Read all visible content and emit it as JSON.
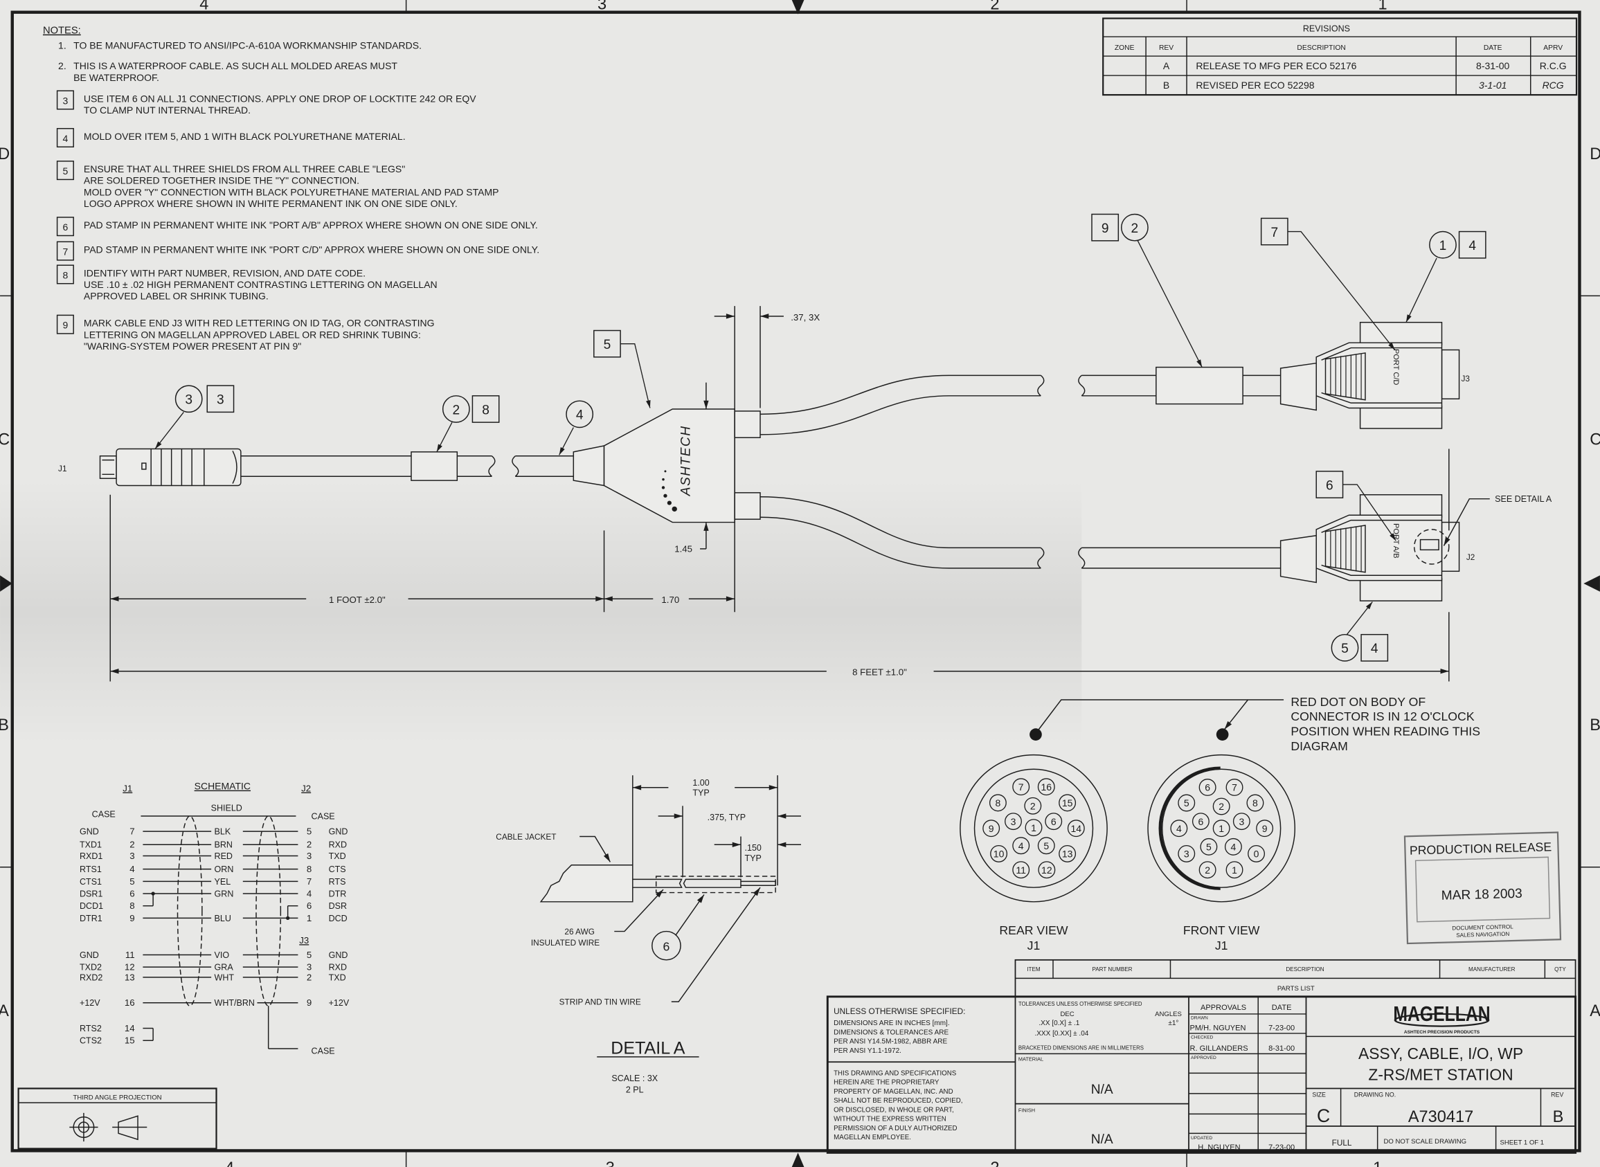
{
  "sheet": {
    "zones_top": [
      "4",
      "3",
      "2",
      "1"
    ],
    "zones_bottom": [
      "4",
      "3",
      "2",
      "1"
    ],
    "zones_side": [
      "D",
      "C",
      "B",
      "A"
    ]
  },
  "notes": {
    "title": "NOTES:",
    "items": [
      {
        "num": "1.",
        "boxed": false,
        "lines": [
          "TO BE MANUFACTURED TO ANSI/IPC-A-610A WORKMANSHIP STANDARDS."
        ]
      },
      {
        "num": "2.",
        "boxed": false,
        "lines": [
          "THIS IS A WATERPROOF CABLE. AS SUCH ALL MOLDED AREAS MUST",
          "BE WATERPROOF."
        ]
      },
      {
        "num": "3",
        "boxed": true,
        "lines": [
          "USE ITEM 6 ON ALL J1 CONNECTIONS. APPLY ONE DROP OF LOCKTITE 242 OR EQV",
          "TO CLAMP NUT INTERNAL THREAD."
        ]
      },
      {
        "num": "4",
        "boxed": true,
        "lines": [
          "MOLD OVER ITEM 5, AND 1 WITH BLACK POLYURETHANE MATERIAL."
        ]
      },
      {
        "num": "5",
        "boxed": true,
        "lines": [
          "ENSURE THAT ALL THREE SHIELDS FROM ALL THREE CABLE \"LEGS\"",
          "ARE SOLDERED TOGETHER INSIDE THE \"Y\" CONNECTION.",
          "MOLD OVER \"Y\" CONNECTION WITH BLACK POLYURETHANE MATERIAL AND PAD STAMP",
          "LOGO APPROX WHERE SHOWN IN WHITE PERMANENT INK ON ONE SIDE ONLY."
        ]
      },
      {
        "num": "6",
        "boxed": true,
        "lines": [
          "PAD STAMP IN PERMANENT WHITE INK \"PORT A/B\" APPROX WHERE SHOWN ON ONE SIDE ONLY."
        ]
      },
      {
        "num": "7",
        "boxed": true,
        "lines": [
          "PAD STAMP IN PERMANENT WHITE INK \"PORT C/D\" APPROX WHERE SHOWN ON ONE SIDE ONLY."
        ]
      },
      {
        "num": "8",
        "boxed": true,
        "lines": [
          "IDENTIFY WITH PART NUMBER, REVISION, AND DATE CODE.",
          "USE .10 ± .02 HIGH PERMANENT CONTRASTING LETTERING ON MAGELLAN",
          "APPROVED LABEL OR SHRINK TUBING."
        ]
      },
      {
        "num": "9",
        "boxed": true,
        "lines": [
          "MARK CABLE END J3 WITH RED LETTERING ON ID TAG, OR CONTRASTING",
          "LETTERING ON MAGELLAN APPROVED LABEL OR RED SHRINK TUBING:",
          "\"WARING-SYSTEM POWER PRESENT AT PIN 9\""
        ]
      }
    ]
  },
  "revisions": {
    "title": "REVISIONS",
    "headers": [
      "ZONE",
      "REV",
      "DESCRIPTION",
      "DATE",
      "APRV"
    ],
    "rows": [
      {
        "zone": "",
        "rev": "A",
        "description": "RELEASE TO MFG PER ECO 52176",
        "date": "8-31-00",
        "aprv": "R.C.G"
      },
      {
        "zone": "",
        "rev": "B",
        "description": "REVISED PER ECO 52298",
        "date": "3-1-01",
        "aprv": "RCG"
      }
    ]
  },
  "assembly": {
    "j1": "J1",
    "j2": "J2",
    "j3": "J3",
    "port_cd": "PORT C/D",
    "port_ab": "PORT A/B",
    "logo": "ASHTECH",
    "see_detail": "SEE DETAIL A",
    "dim_one_foot": "1 FOOT ±2.0\"",
    "dim_170": "1.70",
    "dim_eight_feet": "8 FEET ±1.0\"",
    "dim_037": ".37, 3X",
    "dim_145": "1.45",
    "callouts": [
      {
        "circle": "3",
        "box": "3"
      },
      {
        "circle": "2",
        "box": "8"
      },
      {
        "circle": "4",
        "box": ""
      },
      {
        "circle": "",
        "box": "5"
      },
      {
        "circle": "2",
        "box": "9"
      },
      {
        "circle": "",
        "box": "7"
      },
      {
        "circle": "1",
        "box": "4"
      },
      {
        "circle": "",
        "box": "6"
      },
      {
        "circle": "5",
        "box": "4"
      }
    ]
  },
  "schematic": {
    "title": "SCHEMATIC",
    "j1": "J1",
    "j2": "J2",
    "j3": "J3",
    "shield": "SHIELD",
    "case": "CASE",
    "groups": [
      [
        {
          "j1_signal": "GND",
          "j1_pin": "7",
          "color": "BLK",
          "j2_pin": "5",
          "j2_signal": "GND"
        },
        {
          "j1_signal": "TXD1",
          "j1_pin": "2",
          "color": "BRN",
          "j2_pin": "2",
          "j2_signal": "RXD"
        },
        {
          "j1_signal": "RXD1",
          "j1_pin": "3",
          "color": "RED",
          "j2_pin": "3",
          "j2_signal": "TXD"
        },
        {
          "j1_signal": "RTS1",
          "j1_pin": "4",
          "color": "ORN",
          "j2_pin": "8",
          "j2_signal": "CTS"
        },
        {
          "j1_signal": "CTS1",
          "j1_pin": "5",
          "color": "YEL",
          "j2_pin": "7",
          "j2_signal": "RTS"
        },
        {
          "j1_signal": "DSR1",
          "j1_pin": "6",
          "color": "GRN",
          "j2_pin": "4",
          "j2_signal": "DTR"
        },
        {
          "j1_signal": "DCD1",
          "j1_pin": "8",
          "color": "",
          "j2_pin": "6",
          "j2_signal": "DSR"
        },
        {
          "j1_signal": "DTR1",
          "j1_pin": "9",
          "color": "BLU",
          "j2_pin": "1",
          "j2_signal": "DCD"
        }
      ],
      [
        {
          "j1_signal": "GND",
          "j1_pin": "11",
          "color": "VIO",
          "j2_pin": "5",
          "j2_signal": "GND"
        },
        {
          "j1_signal": "TXD2",
          "j1_pin": "12",
          "color": "GRA",
          "j2_pin": "3",
          "j2_signal": "RXD"
        },
        {
          "j1_signal": "RXD2",
          "j1_pin": "13",
          "color": "WHT",
          "j2_pin": "2",
          "j2_signal": "TXD"
        },
        {
          "j1_signal": "+12V",
          "j1_pin": "16",
          "color": "WHT/BRN",
          "j2_pin": "9",
          "j2_signal": "+12V"
        }
      ],
      [
        {
          "j1_signal": "RTS2",
          "j1_pin": "14",
          "color": "",
          "j2_pin": "",
          "j2_signal": ""
        },
        {
          "j1_signal": "CTS2",
          "j1_pin": "15",
          "color": "",
          "j2_pin": "",
          "j2_signal": ""
        }
      ]
    ]
  },
  "detail_a": {
    "cable_jacket": "CABLE JACKET",
    "dim_100": "1.00",
    "typ": "TYP",
    "dim_375": ".375, TYP",
    "dim_150": ".150",
    "wire_lines": [
      "26 AWG",
      "INSULATED WIRE"
    ],
    "item": "6",
    "strip": "STRIP AND TIN WIRE",
    "title": "DETAIL A",
    "scale": "SCALE : 3X",
    "places": "2 PL"
  },
  "connector_views": {
    "note_lines": [
      "RED DOT ON BODY OF",
      "CONNECTOR IS IN 12 O'CLOCK",
      "POSITION WHEN READING THIS",
      "DIAGRAM"
    ],
    "dot_color": "#1a1a1a",
    "rear": {
      "title": "REAR VIEW",
      "sub": "J1",
      "pins": [
        "7",
        "16",
        "8",
        "2",
        "15",
        "3",
        "1",
        "6",
        "9",
        "14",
        "4",
        "5",
        "10",
        "13",
        "11",
        "12"
      ]
    },
    "front": {
      "title": "FRONT VIEW",
      "sub": "J1",
      "pins": [
        "6",
        "7",
        "5",
        "2",
        "8",
        "4",
        "6",
        "1",
        "3",
        "9",
        "3",
        "5",
        "4",
        "0",
        "2",
        "1"
      ]
    }
  },
  "stamp": {
    "title": "PRODUCTION RELEASE",
    "date": "MAR 18 2003",
    "footer": [
      "DOCUMENT CONTROL",
      "SALES NAVIGATION"
    ]
  },
  "parts_list": {
    "headers": [
      "ITEM",
      "PART NUMBER",
      "DESCRIPTION",
      "MANUFACTURER",
      "QTY"
    ],
    "title": "PARTS LIST"
  },
  "title_block": {
    "unless": "UNLESS OTHERWISE SPECIFIED:",
    "dims_lines": [
      "DIMENSIONS ARE IN INCHES [mm].",
      "DIMENSIONS & TOLERANCES ARE",
      "PER ANSI Y14.5M-1982, ABBR ARE",
      "PER ANSI Y1.1-1972."
    ],
    "proprietary_lines": [
      "THIS DRAWING AND SPECIFICATIONS",
      "HEREIN ARE THE PROPRIETARY",
      "PROPERTY OF MAGELLAN, INC. AND",
      "SHALL NOT BE REPRODUCED, COPIED,",
      "OR DISCLOSED, IN WHOLE OR PART,",
      "WITHOUT THE EXPRESS WRITTEN",
      "PERMISSION OF A DULY AUTHORIZED",
      "MAGELLAN EMPLOYEE."
    ],
    "tol_title": "TOLERANCES UNLESS OTHERWISE SPECIFIED",
    "tol_dec": "DEC",
    "tol_angles": "ANGLES",
    "tol_xx": ".XX [0.X] ± .1",
    "tol_angle_val": "±1°",
    "tol_xxx": ".XXX [0.XX] ± .04",
    "tol_bracketed": "BRACKETED DIMENSIONS ARE IN MILLIMETERS",
    "material_label": "MATERIAL",
    "material": "N/A",
    "finish_label": "FINISH",
    "finish": "N/A",
    "approvals": "APPROVALS",
    "date": "DATE",
    "drawn_label": "DRAWN",
    "drawn_by": "PM/H. NGUYEN",
    "drawn_date": "7-23-00",
    "checked_label": "CHECKED",
    "checked_by": "R. GILLANDERS",
    "checked_date": "8-31-00",
    "approved_label": "APPROVED",
    "updated_label": "UPDATED",
    "updated_by": "H. NGUYEN",
    "updated_date": "7-23-00",
    "company": "MAGELLAN",
    "company_sub": "ASHTECH PRECISION PRODUCTS",
    "title_lines": [
      "ASSY, CABLE, I/O, WP",
      "Z-RS/MET STATION"
    ],
    "size_label": "SIZE",
    "size": "C",
    "dwg_label": "DRAWING NO.",
    "dwg_no": "A730417",
    "rev_label": "REV",
    "rev": "B",
    "scale": "FULL",
    "do_not_scale": "DO NOT SCALE DRAWING",
    "sheet": "SHEET 1 OF 1"
  },
  "projection": {
    "label": "THIRD ANGLE PROJECTION"
  }
}
